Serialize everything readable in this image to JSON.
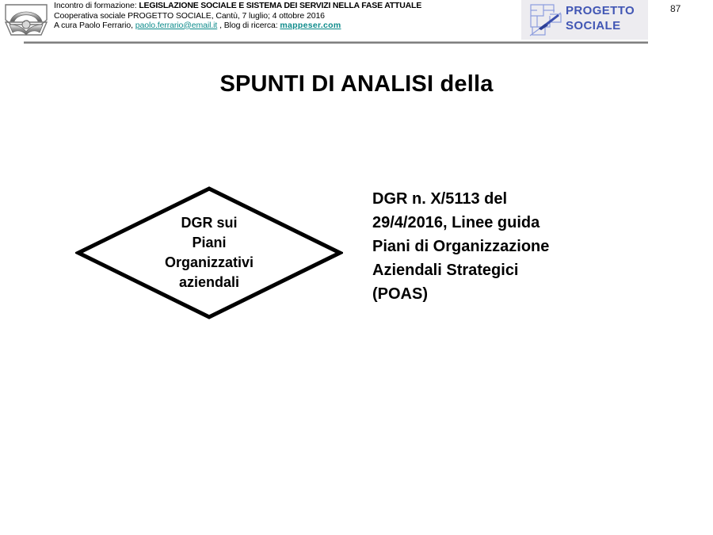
{
  "header": {
    "emblem_icon": "arch-book-emblem",
    "line1_lead": "Incontro di formazione: ",
    "line1_strong": "LEGISLAZIONE SOCIALE E SISTEMA DEI SERVIZI NELLA FASE ATTUALE",
    "line2": "Cooperativa sociale PROGETTO SOCIALE, Cantù, 7 luglio; 4 ottobre 2016",
    "line3_prefix": "A cura Paolo Ferrario, ",
    "line3_email": "paolo.ferrario@email.it",
    "line3_middle": " , Blog di ricerca: ",
    "line3_blog": "mappeser.com",
    "logo_icon": "progetto-sociale-logo",
    "logo_line1": "PROGETTO",
    "logo_line2": "SOCIALE",
    "logo_color": "#4156b4",
    "link_color": "#0d8b8b",
    "page_number": "87"
  },
  "slide": {
    "title": "SPUNTI DI ANALISI della",
    "diamond": {
      "shape": "diamond",
      "text": "DGR sui\nPiani\nOrganizzativi\naziendali",
      "stroke_color": "#000000",
      "fill_color": "#ffffff"
    },
    "side_text": "DGR n. X/5113 del 29/4/2016, Linee guida Piani di Organizzazione Aziendali Strategici (POAS)"
  }
}
